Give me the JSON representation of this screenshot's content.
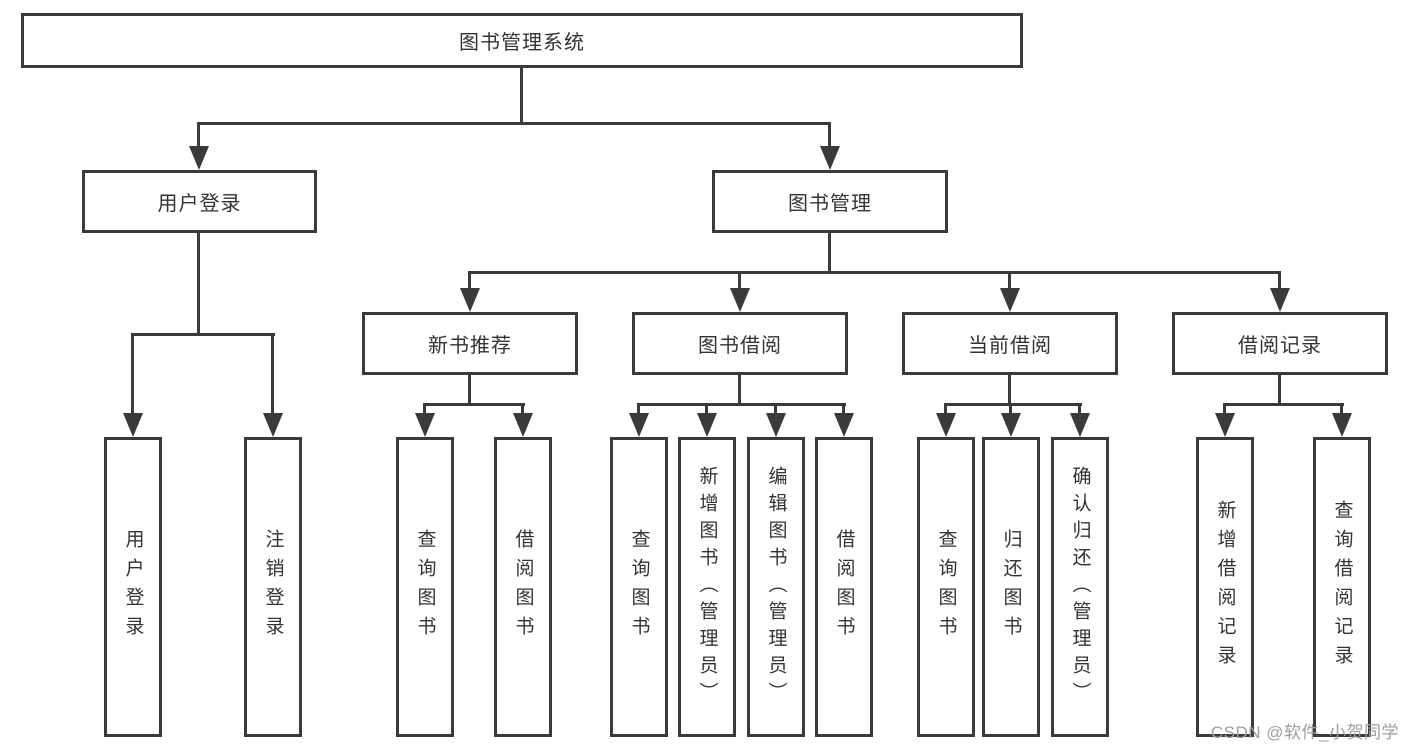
{
  "diagram": {
    "root": "图书管理系统",
    "branches": {
      "user_login": "用户登录",
      "book_mgmt": "图书管理"
    },
    "modules": {
      "new_books": "新书推荐",
      "book_borrow": "图书借阅",
      "current_borrow": "当前借阅",
      "borrow_records": "借阅记录"
    },
    "leaves": {
      "user_login": [
        "用户登录",
        "注销登录"
      ],
      "new_books": [
        "查询图书",
        "借阅图书"
      ],
      "book_borrow": [
        "查询图书",
        "新增图书（管理员）",
        "编辑图书（管理员）",
        "借阅图书"
      ],
      "current_borrow": [
        "查询图书",
        "归还图书",
        "确认归还（管理员）"
      ],
      "borrow_records": [
        "新增借阅记录",
        "查询借阅记录"
      ]
    }
  },
  "watermark": "CSDN @软件_小贺同学",
  "colors": {
    "line": "#3a3a3a",
    "text": "#333333",
    "watermark": "#9e9e9e",
    "background": "#ffffff"
  }
}
